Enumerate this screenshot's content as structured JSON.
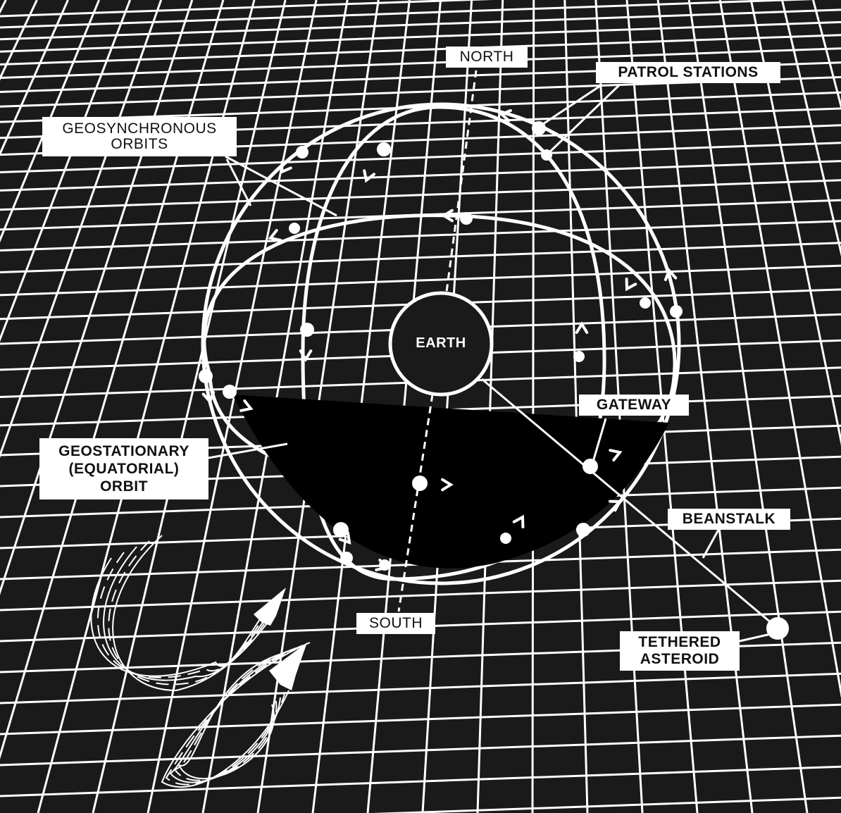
{
  "labels": {
    "north": "NORTH",
    "south": "SOUTH",
    "patrol_stations": "PATROL STATIONS",
    "geosync_line1": "GEOSYNCHRONOUS",
    "geosync_line2": "ORBITS",
    "earth": "EARTH",
    "gateway": "GATEWAY",
    "geostat_line1": "GEOSTATIONARY",
    "geostat_line2": "(EQUATORIAL)",
    "geostat_line3": "ORBIT",
    "beanstalk": "BEANSTALK",
    "tethered_line1": "TETHERED",
    "tethered_line2": "ASTEROID"
  },
  "colors": {
    "background": "#1a1a1a",
    "lines": "#ffffff",
    "label_bg": "#ffffff",
    "label_text": "#111111"
  }
}
